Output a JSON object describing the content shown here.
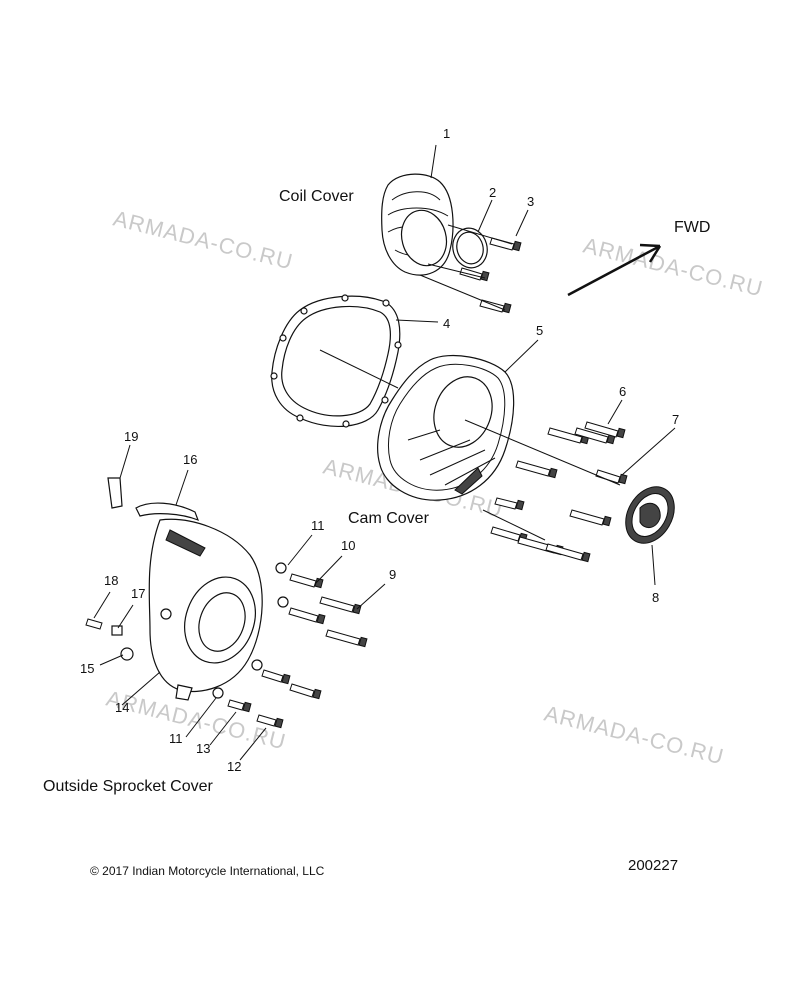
{
  "diagram": {
    "section_labels": {
      "coil_cover": "Coil Cover",
      "cam_cover": "Cam Cover",
      "outside_sprocket_cover": "Outside Sprocket Cover"
    },
    "direction_label": "FWD",
    "watermark": "ARMADA-CO.RU",
    "copyright": "© 2017 Indian Motorcycle International, LLC",
    "figure_code": "200227",
    "callouts": [
      "1",
      "2",
      "3",
      "4",
      "5",
      "6",
      "7",
      "8",
      "9",
      "10",
      "11",
      "11",
      "12",
      "13",
      "14",
      "15",
      "16",
      "17",
      "18",
      "19"
    ]
  }
}
